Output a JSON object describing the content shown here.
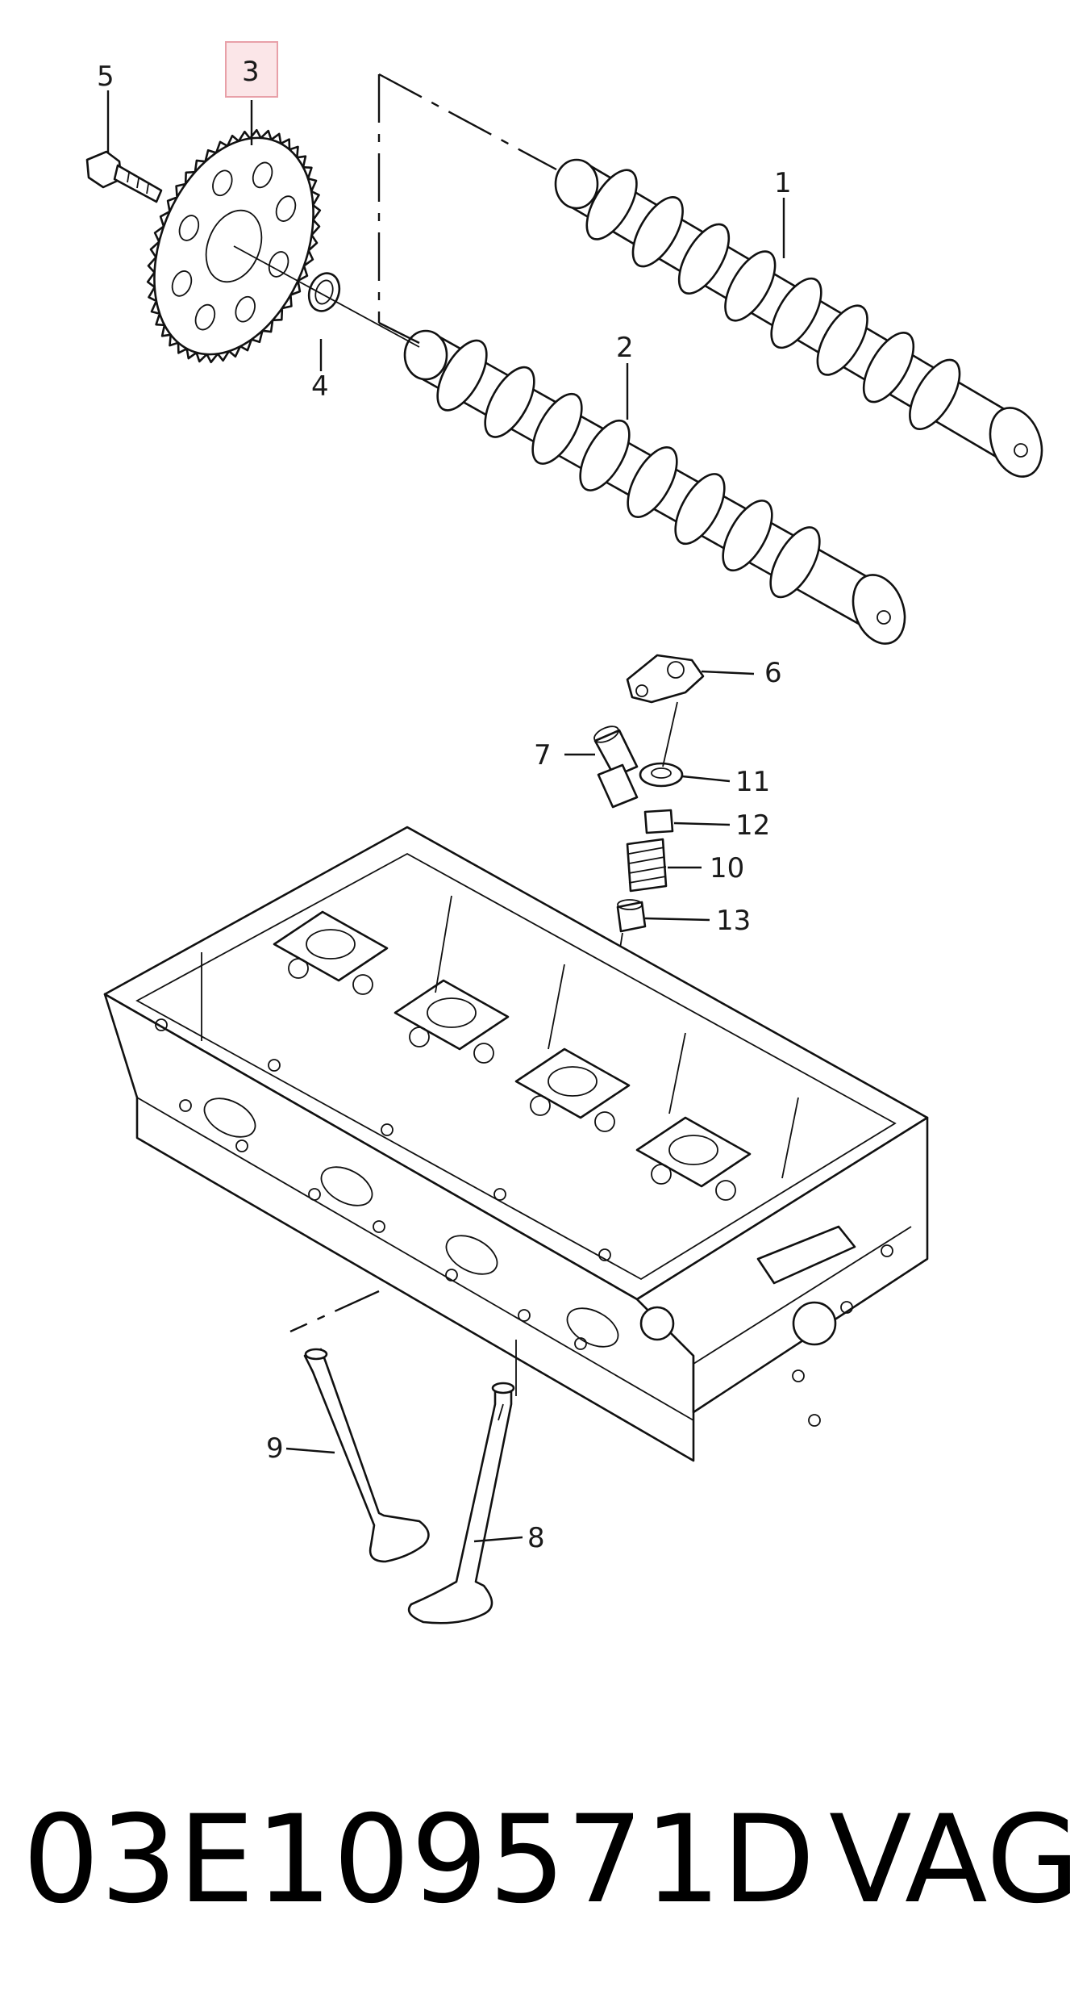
{
  "callouts": {
    "c1": "1",
    "c2": "2",
    "c3": "3",
    "c4": "4",
    "c5": "5",
    "c6": "6",
    "c7": "7",
    "c8": "8",
    "c9": "9",
    "c10": "10",
    "c11": "11",
    "c12": "12",
    "c13": "13"
  },
  "highlight": {
    "callout": "3",
    "color": "#e8a0a8",
    "fill": "#fbe6e8"
  },
  "footer": {
    "part_number": "03E109571D",
    "brand": "VAG"
  }
}
